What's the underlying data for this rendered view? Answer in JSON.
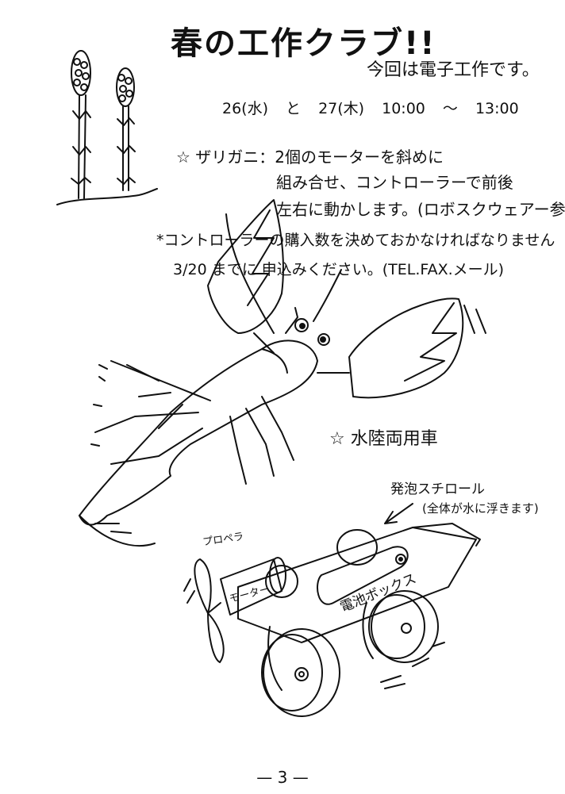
{
  "header": {
    "title": "春の工作クラブ!!",
    "subtitle": "今回は電子工作です。",
    "schedule": "26(水) と 27(木) 10:00 〜 13:00"
  },
  "body": {
    "line1": "☆ ザリガニ：2個のモーターを斜めに",
    "line2": "組み合せ、コントローラーで前後",
    "line3": "左右に動かします。(ロボスクウェアー参考)",
    "line4": "*コントローラーの購入数を決めておかなければなりません",
    "line5": "3/20 までに 申込みください。(TEL.FAX.メール)"
  },
  "labels": {
    "amphibious": "☆ 水陸両用車",
    "styrofoam": "発泡スチロール",
    "styrofoam_note": "(全体が水に浮きます)",
    "propeller": "プロペラ",
    "motor": "モーター",
    "battery": "電池ボックス"
  },
  "footer": {
    "page_number": "— 3 —"
  },
  "illustrations": {
    "plants_icon": "horsetail-plants-illustration",
    "crayfish_icon": "crayfish-illustration",
    "vehicle_icon": "amphibious-vehicle-illustration",
    "ink_color": "#111111"
  }
}
